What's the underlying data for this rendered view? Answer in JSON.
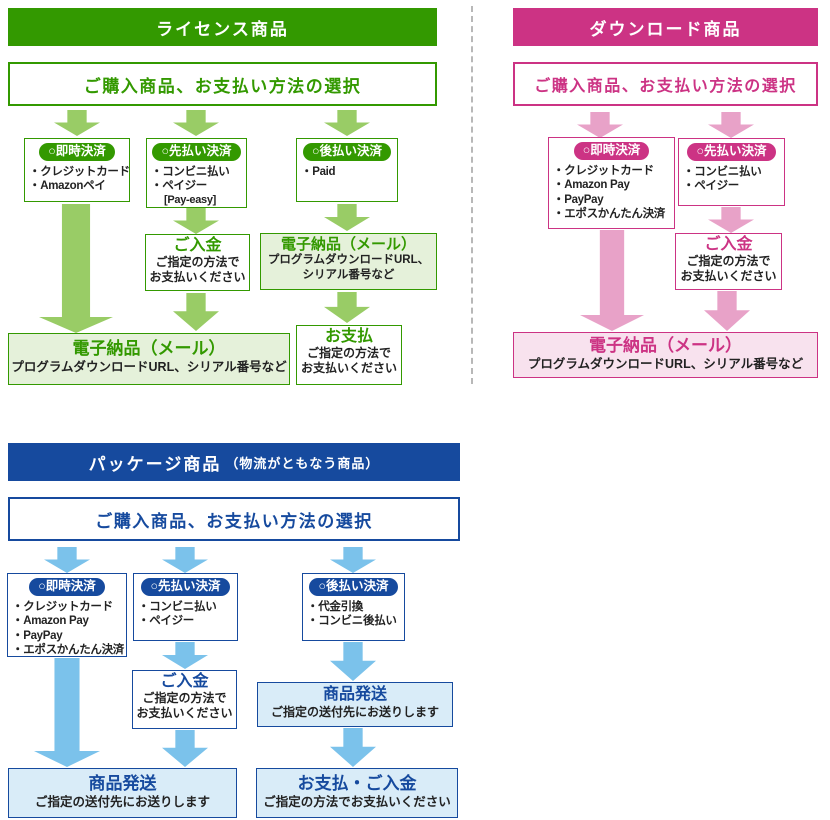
{
  "colors": {
    "license_accent": "#339900",
    "license_fill": "#e5f1da",
    "license_arrow": "#99cc66",
    "download_accent": "#cc3384",
    "download_fill": "#f8e2ee",
    "download_arrow": "#e8a2c8",
    "package_accent": "#164a9e",
    "package_fill": "#d9ecf8",
    "package_arrow": "#7bc2eb"
  },
  "license": {
    "title": "ライセンス商品",
    "selection": "ご購入商品、お支払い方法の選択",
    "instant": {
      "badge": "○即時決済",
      "items": [
        "・クレジットカード",
        "・Amazonペイ"
      ]
    },
    "prepaid": {
      "badge": "○先払い決済",
      "items": [
        "・コンビニ払い",
        "・ペイジー",
        "[Pay-easy]"
      ]
    },
    "postpaid": {
      "badge": "○後払い決済",
      "items": [
        "・Paid"
      ]
    },
    "deposit": {
      "title": "ご入金",
      "line1": "ご指定の方法で",
      "line2": "お支払いください"
    },
    "delivery_side": {
      "title": "電子納品（メール）",
      "line1": "プログラムダウンロードURL、",
      "line2": "シリアル番号など"
    },
    "payment": {
      "title": "お支払",
      "line1": "ご指定の方法で",
      "line2": "お支払いください"
    },
    "delivery_main": {
      "title": "電子納品（メール）",
      "text": "プログラムダウンロードURL、シリアル番号など"
    }
  },
  "download": {
    "title": "ダウンロード商品",
    "selection": "ご購入商品、お支払い方法の選択",
    "instant": {
      "badge": "○即時決済",
      "items": [
        "・クレジットカード",
        "・Amazon Pay",
        "・PayPay",
        "・エポスかんたん決済"
      ]
    },
    "prepaid": {
      "badge": "○先払い決済",
      "items": [
        "・コンビニ払い",
        "・ペイジー"
      ]
    },
    "deposit": {
      "title": "ご入金",
      "line1": "ご指定の方法で",
      "line2": "お支払いください"
    },
    "delivery_main": {
      "title": "電子納品（メール）",
      "text": "プログラムダウンロードURL、シリアル番号など"
    }
  },
  "package": {
    "title_main": "パッケージ商品",
    "title_sub": "（物流がともなう商品）",
    "selection": "ご購入商品、お支払い方法の選択",
    "instant": {
      "badge": "○即時決済",
      "items": [
        "・クレジットカード",
        "・Amazon Pay",
        "・PayPay",
        "・エポスかんたん決済"
      ]
    },
    "prepaid": {
      "badge": "○先払い決済",
      "items": [
        "・コンビニ払い",
        "・ペイジー"
      ]
    },
    "postpaid": {
      "badge": "○後払い決済",
      "items": [
        "・代金引換",
        "・コンビニ後払い"
      ]
    },
    "deposit": {
      "title": "ご入金",
      "line1": "ご指定の方法で",
      "line2": "お支払いください"
    },
    "shipping_side": {
      "title": "商品発送",
      "text": "ご指定の送付先にお送りします"
    },
    "shipping_main": {
      "title": "商品発送",
      "text": "ご指定の送付先にお送りします"
    },
    "payment": {
      "title": "お支払・ご入金",
      "text": "ご指定の方法でお支払いください"
    }
  }
}
